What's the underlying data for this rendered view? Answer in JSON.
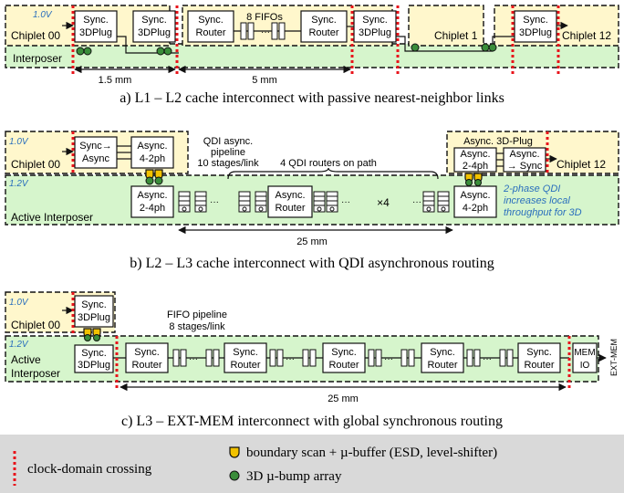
{
  "panel_a": {
    "caption": "a) L1 – L2 cache interconnect with passive nearest-neighbor links",
    "voltage": "1.0V",
    "chiplet_00": "Chiplet 00",
    "chiplet_1": "Chiplet 1",
    "chiplet_12": "Chiplet 12",
    "interposer": "Interposer",
    "sync_line1": "Sync.",
    "plug_line2": "3DPlug",
    "router_line2": "Router",
    "fifos": "8 FIFOs",
    "dim1": "1.5 mm",
    "dim2": "5 mm"
  },
  "panel_b": {
    "caption": "b) L2 – L3 cache interconnect with QDI asynchronous routing",
    "voltage_top": "1.0V",
    "voltage_int": "1.2V",
    "chiplet_00": "Chiplet 00",
    "chiplet_12": "Chiplet 12",
    "interposer": "Active  Interposer",
    "sync_async_1": "Sync→",
    "sync_async_2": "Async",
    "async": "Async.",
    "ph42": "4-2ph",
    "ph24": "2-4ph",
    "async_sync": "→ Sync",
    "router": "Router",
    "qdi_label_1": "QDI async.",
    "qdi_label_2": "pipeline",
    "qdi_label_3": "10 stages/link",
    "routers_on_path": "4 QDI routers on path",
    "times4": "×4",
    "plug_label": "Async. 3D-Plug",
    "note_1": "2-phase QDI",
    "note_2": "increases local",
    "note_3": "throughput for 3D",
    "dim": "25 mm"
  },
  "panel_c": {
    "caption": "c) L3 – EXT-MEM interconnect with global synchronous routing",
    "voltage_top": "1.0V",
    "voltage_int": "1.2V",
    "chiplet_00": "Chiplet 00",
    "interposer_1": "Active",
    "interposer_2": "Interposer",
    "sync": "Sync.",
    "plug": "3DPlug",
    "router": "Router",
    "fifo_1": "FIFO pipeline",
    "fifo_2": "8 stages/link",
    "mem_1": "MEM",
    "mem_2": "IO",
    "ext": "EXT-MEM",
    "dim": "25 mm"
  },
  "legend": {
    "clock": "clock-domain crossing",
    "boundary": "boundary scan + µ-buffer (ESD, level-shifter)",
    "bump": "3D µ-bump array"
  },
  "colors": {
    "chiplet": "#fff7cc",
    "interposer": "#d6f5cc",
    "clock_crossing": "#e8141b",
    "bump": "#3a8d3a",
    "boundary": "#f2c200",
    "legend_bg": "#d9d9d9"
  }
}
